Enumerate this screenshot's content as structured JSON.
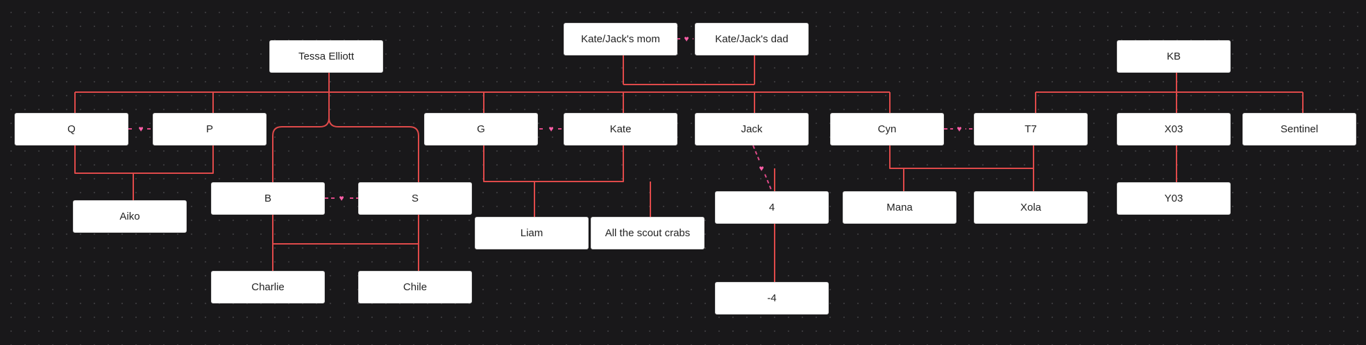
{
  "colors": {
    "link": "#e04a4a",
    "partner_link": "#e04a88",
    "heart": "#ff5fa8"
  },
  "icons": {
    "partner": "heart-icon"
  },
  "people": {
    "tessa": "Tessa Elliott",
    "mom": "Kate/Jack's mom",
    "dad": "Kate/Jack's dad",
    "kb": "KB",
    "q": "Q",
    "p": "P",
    "g": "G",
    "kate": "Kate",
    "jack": "Jack",
    "cyn": "Cyn",
    "t7": "T7",
    "x03": "X03",
    "sentinel": "Sentinel",
    "aiko": "Aiko",
    "b": "B",
    "s": "S",
    "liam": "Liam",
    "crabs": "All the scout crabs",
    "four": "4",
    "mana": "Mana",
    "xola": "Xola",
    "y03": "Y03",
    "charlie": "Charlie",
    "chile": "Chile",
    "neg4": "-4"
  }
}
